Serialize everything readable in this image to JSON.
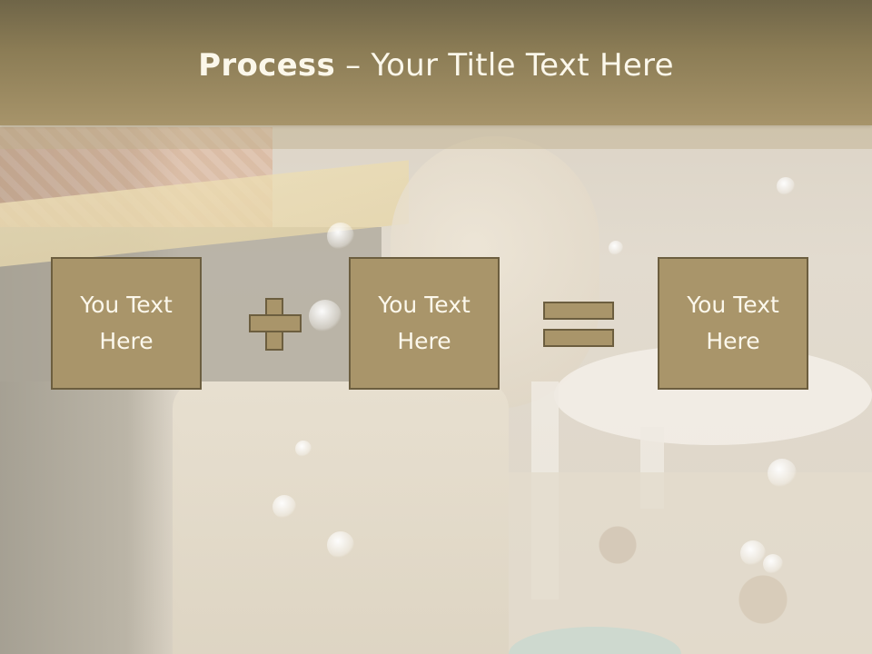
{
  "slide": {
    "title_bold": "Process",
    "title_rest": " – Your Title Text Here"
  },
  "steps": [
    {
      "text": "You Text\nHere"
    },
    {
      "text": "You Text\nHere"
    },
    {
      "text": "You Text\nHere"
    }
  ],
  "operators": [
    "plus-icon",
    "equals-icon"
  ],
  "colors": {
    "header": "#8b7c55",
    "box_fill": "#a9956a",
    "box_border": "#6c5e3f",
    "text": "#fcf8ec"
  }
}
